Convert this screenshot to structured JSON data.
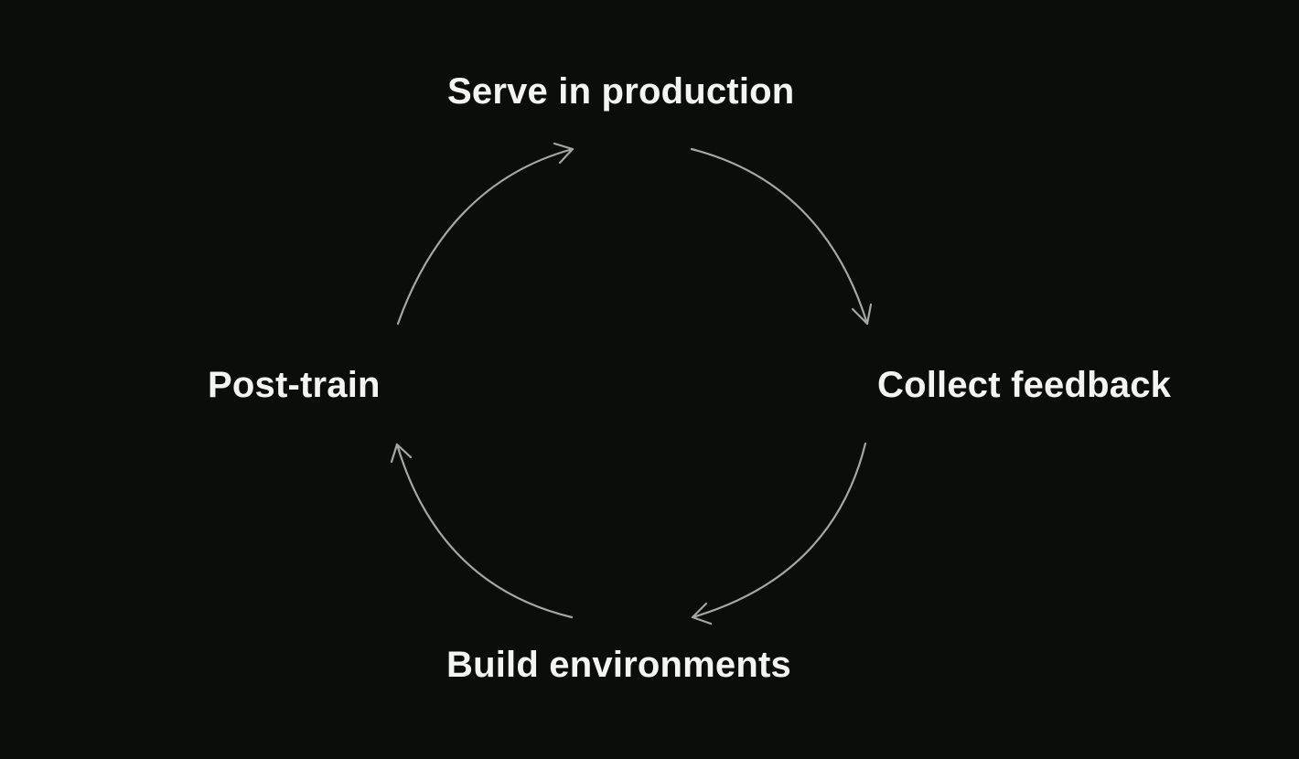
{
  "cycle": {
    "stages": [
      {
        "id": "serve",
        "label": "Serve in production"
      },
      {
        "id": "collect",
        "label": "Collect feedback"
      },
      {
        "id": "build",
        "label": "Build environments"
      },
      {
        "id": "post",
        "label": "Post-train"
      }
    ],
    "arrow_color": "#a6a6a3",
    "background_color": "#0b0d0a",
    "label_color": "#f4f4f2"
  }
}
